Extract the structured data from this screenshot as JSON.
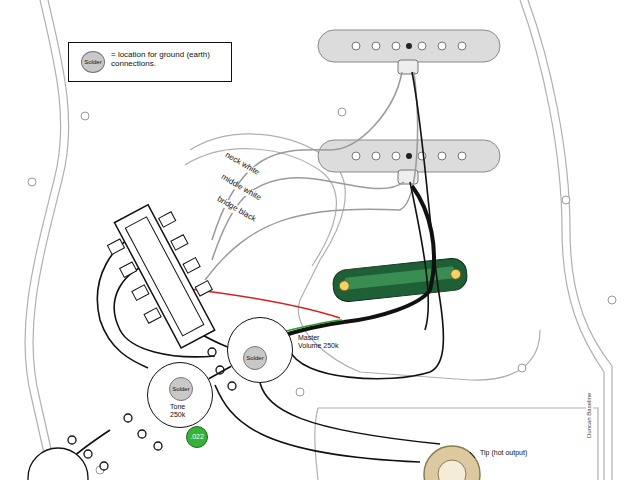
{
  "diagram": {
    "nodes": [
      {
        "text": [
          "Master Volume 250k"
        ]
      },
      {
        "text": [
          "Solder"
        ],
        "in": 0
      },
      {
        "text": [
          "Tone 250k"
        ]
      },
      {
        "text": [
          "Solder"
        ],
        "in": 2
      },
      {
        "text": [
          ".022"
        ]
      }
    ],
    "edges": [
      {
        "from": 0,
        "to": 2,
        "arrow": "none"
      }
    ],
    "labels": [
      "Solder",
      "neck white",
      "middle white",
      "bridge black",
      "Tip (hot output)",
      "Duncan Baseline"
    ],
    "legend": [
      {
        "text": "= location for ground (earth) connections."
      }
    ]
  }
}
